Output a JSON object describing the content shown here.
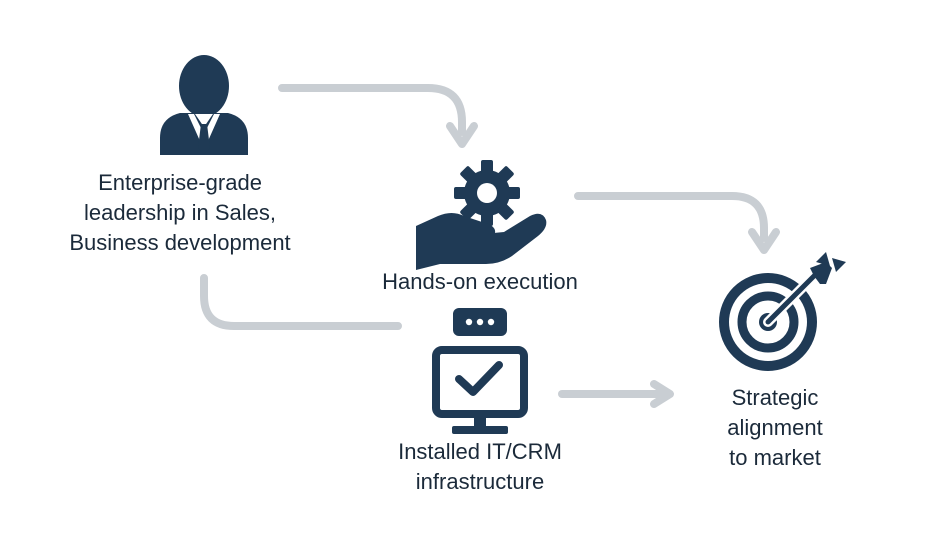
{
  "colors": {
    "icon": "#1f3a55",
    "arrow": "#c9ced3",
    "text": "#1b2a3a",
    "background": "#ffffff"
  },
  "nodes": {
    "leadership": {
      "icon": "businessman-icon",
      "lines": [
        "Enterprise-grade",
        "leadership in Sales,",
        "Business development"
      ]
    },
    "execution": {
      "icon": "hand-gear-icon",
      "lines": [
        "Hands-on execution"
      ]
    },
    "infrastructure": {
      "icon": "monitor-check-icon",
      "lines": [
        "Installed IT/CRM",
        "infrastructure"
      ]
    },
    "strategy": {
      "icon": "target-arrow-icon",
      "lines": [
        "Strategic",
        "alignment",
        "to market"
      ]
    }
  }
}
